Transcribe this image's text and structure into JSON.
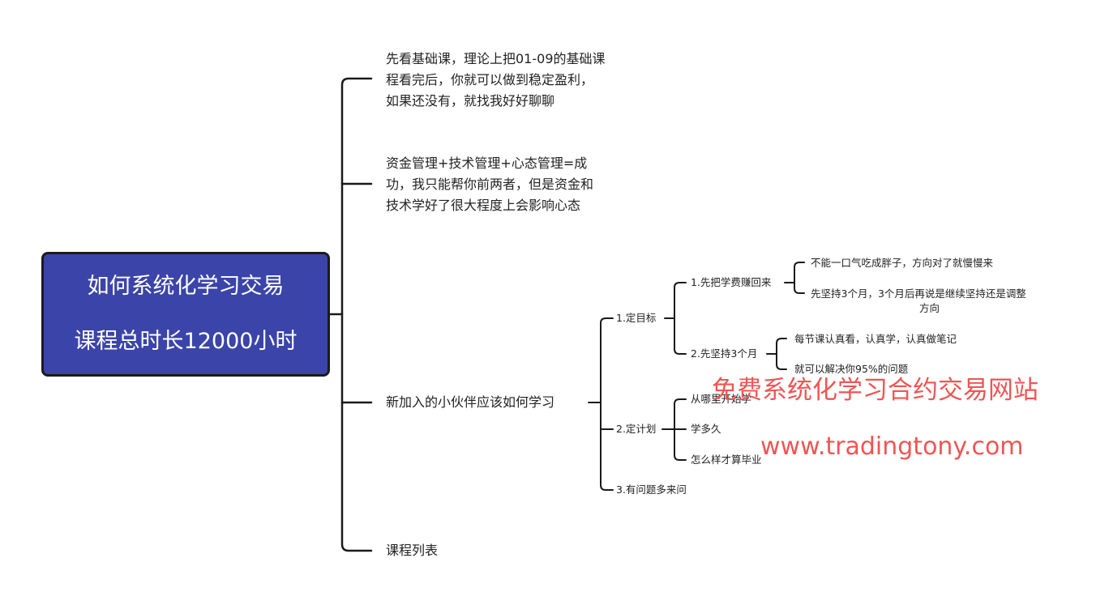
{
  "root": {
    "title": "如何系统化学习交易",
    "subtitle": "课程总时长12000小时"
  },
  "branches": {
    "basics": [
      "先看基础课，理论上把01-09的基础课",
      "程看完后，你就可以做到稳定盈利，",
      "如果还没有，就找我好好聊聊"
    ],
    "management": [
      "资金管理+技术管理+心态管理=成",
      "功，我只能帮你前两者，但是资金和",
      "技术学好了很大程度上会影响心态"
    ],
    "newbie": "新加入的小伙伴应该如何学习",
    "course_list": "课程列表"
  },
  "newbie_tree": {
    "goal": "1.定目标",
    "goal_fee": "1.先把学费赚回来",
    "goal_fee_note1": "不能一口气吃成胖子，方向对了就慢慢来",
    "goal_fee_note2": "先坚持3个月，3个月后再说是继续坚持还是调整",
    "goal_fee_note2b": "方向",
    "goal_persist": "2.先坚持3个月",
    "goal_persist_note1": "每节课认真看，认真学，认真做笔记",
    "goal_persist_note2": "就可以解决你95%的问题",
    "plan": "2.定计划",
    "plan_where": "从哪里开始学",
    "plan_how_long": "学多久",
    "plan_graduate": "怎么样才算毕业",
    "questions": "3.有问题多来问"
  },
  "watermark": {
    "title": "免费系统化学习合约交易网站",
    "url": "www.tradingtony.com",
    "color": "#ef5555"
  }
}
